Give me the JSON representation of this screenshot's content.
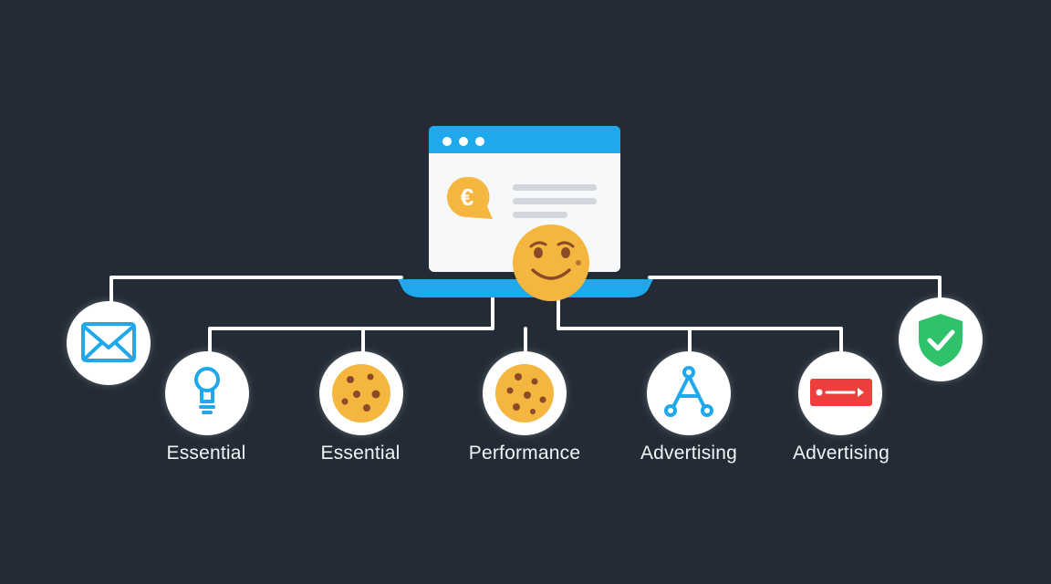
{
  "colors": {
    "background": "#222b36",
    "connector": "#ffffff",
    "accent_blue": "#1fa8ec",
    "cookie": "#f4b63f",
    "cookie_chip": "#8a4b26",
    "shield": "#2fc26b",
    "video": "#ef3e3e",
    "window_body": "#f7f8fa",
    "text_line": "#d2d6dc"
  },
  "browser": {
    "currency_symbol": "€",
    "icons": [
      "browser-window-icon",
      "euro-coin-icon",
      "smiley-cookie-icon",
      "laptop-base-icon"
    ]
  },
  "nodes": [
    {
      "icon": "envelope-icon",
      "label": ""
    },
    {
      "icon": "lightbulb-icon",
      "label": "Essential"
    },
    {
      "icon": "cookie-icon",
      "label": "Essential"
    },
    {
      "icon": "cookie-icon",
      "label": "Performance"
    },
    {
      "icon": "network-nodes-icon",
      "label": "Advertising"
    },
    {
      "icon": "video-ad-icon",
      "label": "Advertising"
    },
    {
      "icon": "shield-check-icon",
      "label": ""
    }
  ]
}
